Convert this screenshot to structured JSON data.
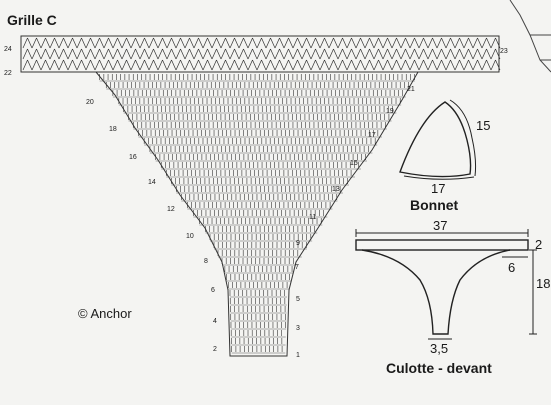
{
  "grid": {
    "title": "Grille C",
    "row_labels_left": [
      "24",
      "22",
      "20",
      "18",
      "16",
      "14",
      "12",
      "10",
      "8",
      "6",
      "4",
      "2"
    ],
    "row_labels_right": [
      "23",
      "21",
      "19",
      "17",
      "15",
      "13",
      "11",
      "9",
      "7",
      "5",
      "3",
      "1"
    ]
  },
  "credit": "© Anchor",
  "bonnet": {
    "title": "Bonnet",
    "side": "15",
    "base": "17"
  },
  "culotte": {
    "title": "Culotte - devant",
    "width": "37",
    "band": "2",
    "offset": "6",
    "height": "18",
    "crotch": "3,5"
  }
}
